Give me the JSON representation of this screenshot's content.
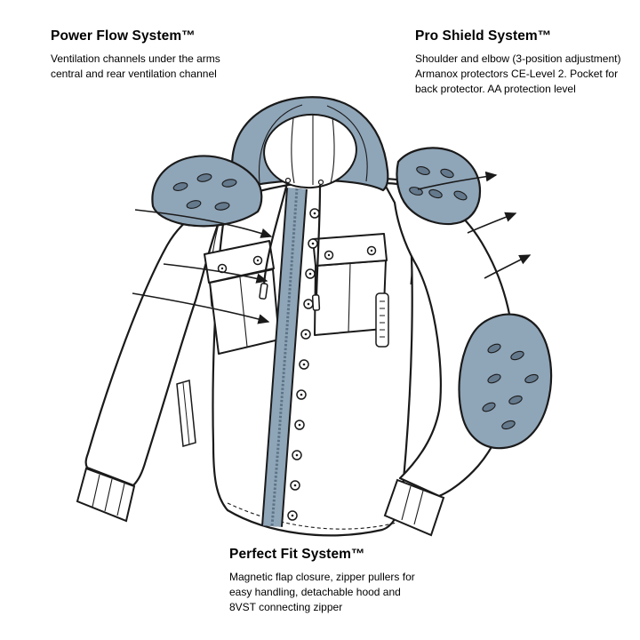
{
  "colors": {
    "background": "#ffffff",
    "accent_slate": "#8FA5B8",
    "accent_slate_dark": "#64798C",
    "outline": "#1a1a1a",
    "text": "#000000"
  },
  "annotations": {
    "power_flow": {
      "title": "Power Flow System™",
      "lines": [
        "Ventilation channels under the arms",
        "central and rear ventilation channel"
      ]
    },
    "pro_shield": {
      "title": "Pro Shield System™",
      "lines": [
        "Shoulder and elbow (3-position adjustment)",
        "Armanox protectors CE-Level 2. Pocket for",
        "back protector. AA protection level"
      ]
    },
    "perfect_fit": {
      "title": "Perfect Fit System™",
      "lines": [
        "Magnetic flap closure, zipper pullers for",
        "easy handling, detachable hood and",
        "8VST connecting zipper"
      ]
    }
  },
  "illustration": {
    "description": "Technical line drawing of a hooded motorcycle jacket with slate-blue hood, front zipper band, snap buttons, chest pockets, shoulder protectors and an elbow protector",
    "features": [
      "hood",
      "drawcords",
      "front-zipper-band",
      "snap-buttons",
      "chest-pocket-left",
      "chest-pocket-right",
      "shoulder-protector-left",
      "shoulder-protector-right",
      "elbow-protector",
      "ventilation-arrows-left",
      "protector-arrows-right"
    ]
  }
}
